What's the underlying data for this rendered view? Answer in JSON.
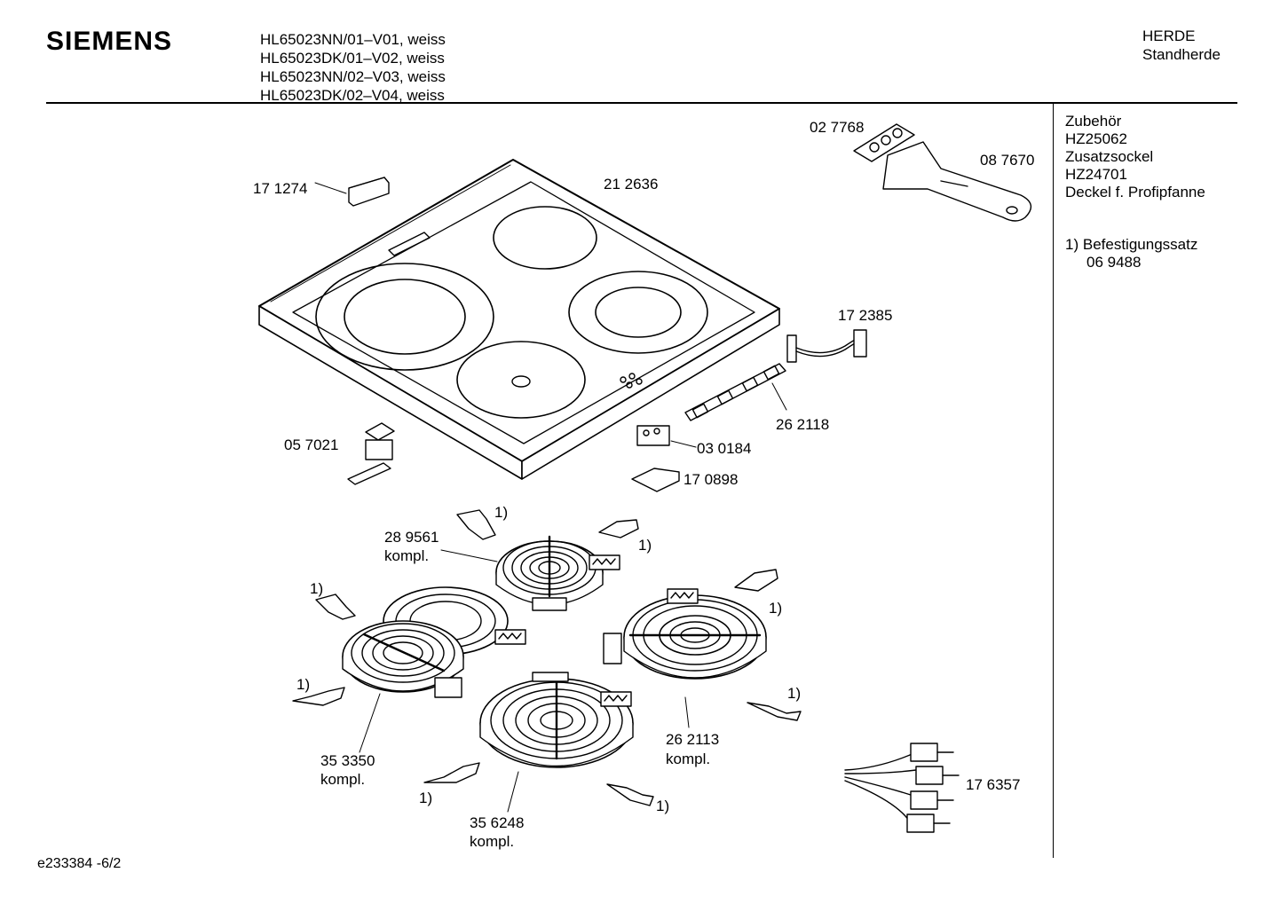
{
  "header": {
    "brand": "SIEMENS",
    "models": [
      "HL65023NN/01–V01, weiss",
      "HL65023DK/01–V02, weiss",
      "HL65023NN/02–V03, weiss",
      "HL65023DK/02–V04, weiss"
    ],
    "category": "HERDE",
    "subcategory": "Standherde"
  },
  "sidebar": {
    "lines": [
      "Zubehör",
      "HZ25062",
      "Zusatzsockel",
      "HZ24701",
      "Deckel f. Profipfanne"
    ],
    "note_marker": "1)",
    "note_text": "Befestigungssatz",
    "note_part": "06 9488"
  },
  "parts": {
    "p027768": "02 7768",
    "p087670": "08 7670",
    "p171274": "17 1274",
    "p212636": "21 2636",
    "p172385": "17 2385",
    "p262118": "26 2118",
    "p057021": "05 7021",
    "p030184": "03 0184",
    "p170898": "17 0898",
    "p289561": "28 9561",
    "p353350": "35 3350",
    "p356248": "35 6248",
    "p262113": "26 2113",
    "p176357": "17 6357",
    "kompl": "kompl.",
    "ref": "1)"
  },
  "footer": {
    "doc_id": "e233384 -6/2"
  }
}
